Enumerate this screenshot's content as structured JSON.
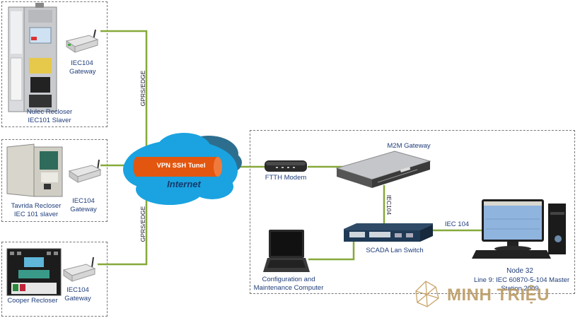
{
  "sites": [
    {
      "device": "Nulec Recloser",
      "device_sub": "IEC101 Slaver",
      "gateway": "IEC104",
      "gateway_sub": "Gateway"
    },
    {
      "device": "Tavrida Recloser",
      "device_sub": "IEC 101 slaver",
      "gateway": "IEC104",
      "gateway_sub": "Gateway"
    },
    {
      "device": "Cooper Recloser",
      "device_sub": "",
      "gateway": "IEC104",
      "gateway_sub": "Gateway"
    }
  ],
  "links": {
    "gprs_top": "GPRS/EDGE",
    "gprs_bottom": "GPRS/EDGE",
    "iec104_vertical": "IEC104",
    "iec104_horizontal": "IEC 104"
  },
  "cloud": {
    "tunnel_label": "VPN SSH Tunel",
    "internet_label": "Internet",
    "colors": {
      "cloud": "#1aa3e0",
      "cloud_shadow": "#2d6e8e",
      "tunnel": "#e3560f",
      "wire": "#86a93a"
    }
  },
  "control_center": {
    "ftth": "FTTH Modem",
    "m2m": "M2M Gateway",
    "switch": "SCADA Lan Switch",
    "computer_line1": "Configuration and",
    "computer_line2": "Maintenance Computer",
    "node_title": "Node 32",
    "node_line": "Line 9: IEC 60870-5-104 Master",
    "node_station": "Station 2009"
  },
  "watermark": {
    "text": "MINH TRIỆU"
  }
}
